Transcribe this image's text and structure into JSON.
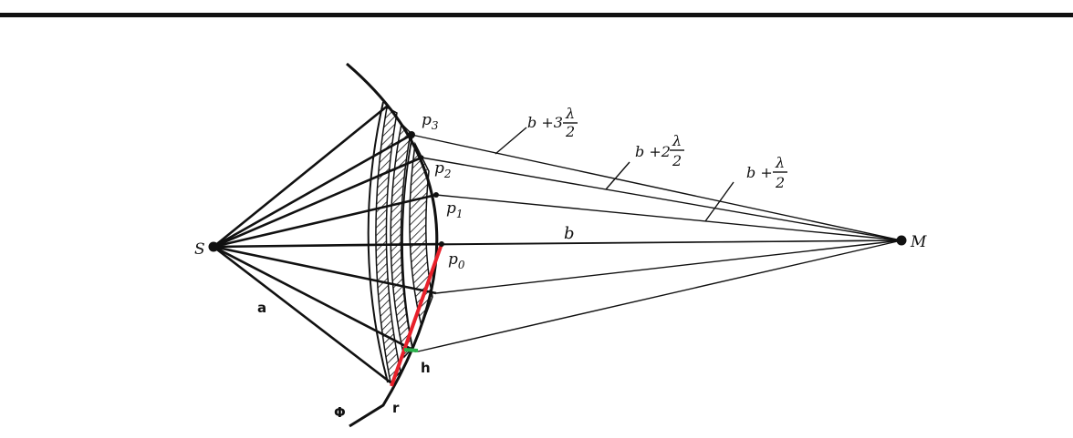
{
  "labels": {
    "S": "S",
    "M": "M",
    "a": "a",
    "b": "b",
    "r": "r",
    "h": "h",
    "phi": "Φ",
    "p0": "p",
    "p0_sub": "0",
    "p1": "p",
    "p1_sub": "1",
    "p2": "p",
    "p2_sub": "2",
    "p3": "p",
    "p3_sub": "3",
    "path1_prefix": "b +",
    "path2_prefix": "b +2",
    "path3_prefix": "b +3",
    "lambda": "λ",
    "two": "2"
  },
  "colors": {
    "line": "#111111",
    "radius_highlight": "#e8202a",
    "height_highlight": "#2bb24c"
  }
}
